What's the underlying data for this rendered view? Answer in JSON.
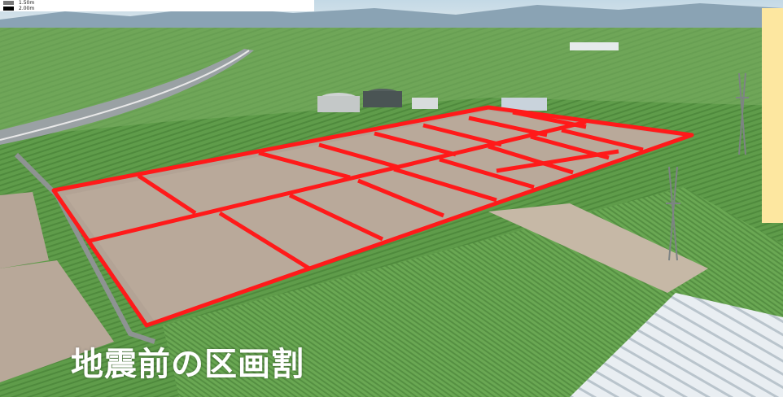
{
  "caption": "地震前の区画割",
  "legend": {
    "rows": [
      {
        "label": "1.50m",
        "swatch": "gray"
      },
      {
        "label": "2.00m",
        "swatch": "black"
      }
    ]
  },
  "colors": {
    "parcel_outline": "#ff1a1a",
    "field_green": "#5f9c4a",
    "bare_soil": "#b9a79a",
    "sky": "#cfe0ea",
    "note_panel": "#fde7a0"
  }
}
